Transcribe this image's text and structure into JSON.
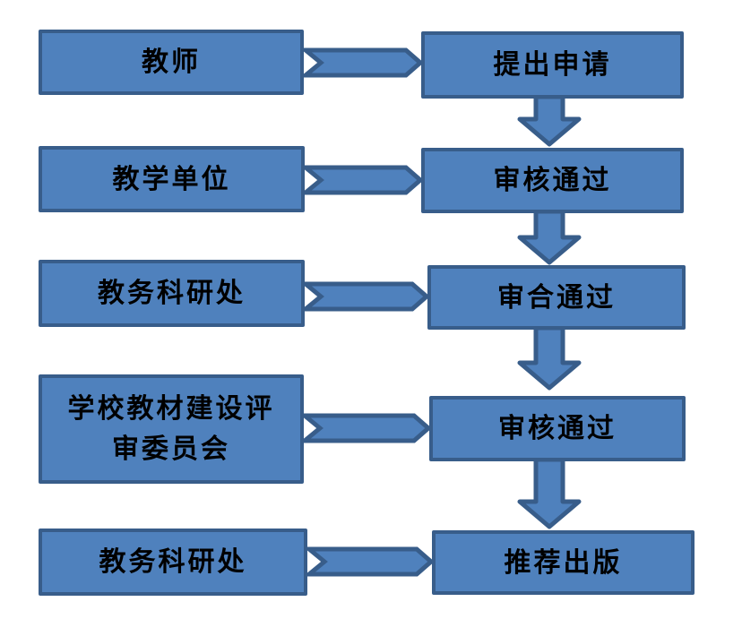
{
  "diagram": {
    "type": "flowchart",
    "title": "",
    "colors": {
      "background": "#FFFFFF",
      "box_fill": "#4F81BD",
      "box_border": "#385D8A",
      "arrow_fill": "#4F81BD",
      "arrow_border": "#385D8A",
      "text": "#000000"
    },
    "icons": {
      "right_arrow": "chevron-right-arrow",
      "down_arrow": "block-down-arrow"
    },
    "rows": [
      {
        "actor": "教师",
        "action": "提出申请"
      },
      {
        "actor": "教学单位",
        "action": "审核通过"
      },
      {
        "actor": "教务科研处",
        "action": "审合通过"
      },
      {
        "actor": "学校教材建设评\n审委员会",
        "action": "审核通过"
      },
      {
        "actor": "教务科研处",
        "action": "推荐出版"
      }
    ]
  }
}
